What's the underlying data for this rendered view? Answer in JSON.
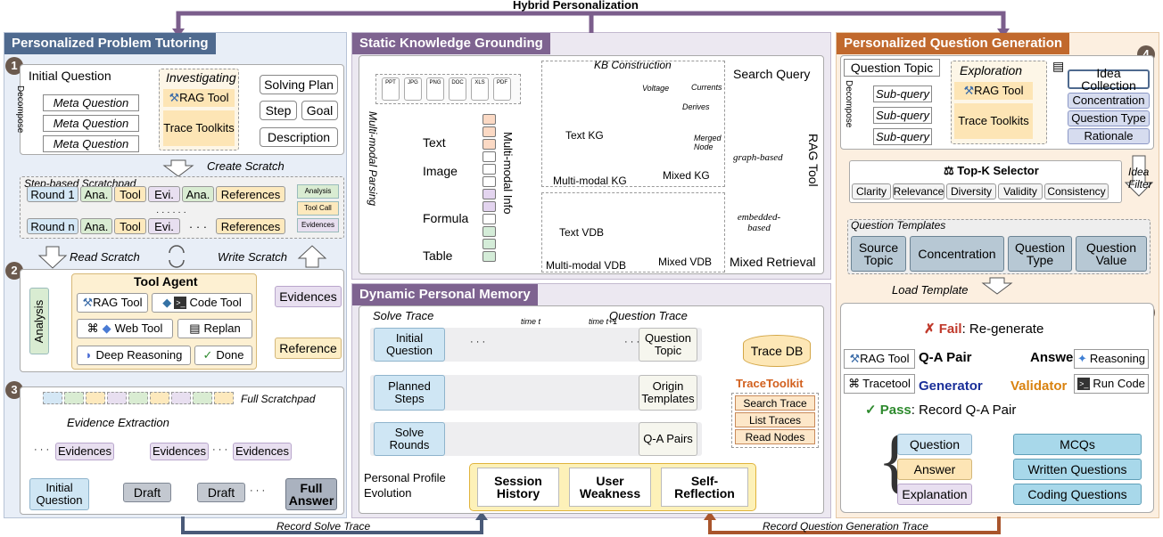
{
  "top": {
    "title": "Hybrid Personalization"
  },
  "bottom": {
    "left_arrow": "Record Solve Trace",
    "right_arrow": "Record Question Generation Trace"
  },
  "tutoring": {
    "title": "Personalized Problem Tutoring",
    "initial_question": "Initial Question",
    "decompose": "Decompose",
    "meta": [
      "Meta Question",
      "Meta Question",
      "Meta Question"
    ],
    "investigating": "Investigating",
    "rag_tool": "RAG Tool",
    "trace_toolkits": "Trace Toolkits",
    "solving_plan": "Solving Plan",
    "step": "Step",
    "goal": "Goal",
    "description": "Description",
    "create_scratch": "Create Scratch",
    "scratchpad_title": "Step-based Scratchpad",
    "round1": [
      "Round 1",
      "Ana.",
      "Tool",
      "Evi.",
      "Ana.",
      "References"
    ],
    "roundn": [
      "Round n",
      "Ana.",
      "Tool",
      "Evi.",
      "· · ·",
      "References"
    ],
    "dots": "· · · · · ·",
    "legend": [
      "Analysis",
      "Tool Call",
      "Evidences"
    ],
    "read_scratch": "Read Scratch",
    "write_scratch": "Write Scratch",
    "tool_agent": "Tool Agent",
    "analysis": "Analysis",
    "code_tool": "Code Tool",
    "web_tool": "Web Tool",
    "replan": "Replan",
    "deep_reasoning": "Deep Reasoning",
    "done": "Done",
    "evidences": "Evidences",
    "reference": "Reference",
    "full_scratchpad": "Full Scratchpad",
    "evidence_extraction": "Evidence Extraction",
    "draft": "Draft",
    "full_answer": "Full Answer",
    "ellipsis": "· · ·"
  },
  "static": {
    "title": "Static Knowledge Grounding",
    "kb_construction": "KB Construction",
    "multimodal_parsing": "Multi-modal Parsing",
    "multimodal_info": "Multi-modal Info",
    "modalities": [
      "Text",
      "Image",
      "Formula",
      "Table"
    ],
    "file_types": [
      "PPT",
      "JPG",
      "PNG",
      "DOC",
      "XLS",
      "PDF"
    ],
    "text_kg": "Text KG",
    "mm_kg": "Multi-modal KG",
    "mixed_kg": "Mixed KG",
    "voltage": "Voltage",
    "currents": "Currents",
    "derives": "Derives",
    "merged_node": "Merged Node",
    "text_vdb": "Text VDB",
    "mm_vdb": "Multi-modal VDB",
    "mixed_vdb": "Mixed VDB",
    "search_query": "Search Query",
    "graph_based": "graph-based",
    "embedded_based": "embedded-based",
    "rag_tool": "RAG Tool",
    "mixed_retrieval": "Mixed Retrieval"
  },
  "dynamic": {
    "title": "Dynamic Personal Memory",
    "solve_trace": "Solve Trace",
    "question_trace": "Question Trace",
    "time_t": "time t",
    "time_t1": "time t+1",
    "left_rows": [
      "Initial Question",
      "Planned Steps",
      "Solve Rounds"
    ],
    "right_rows": [
      "Question Topic",
      "Origin Templates",
      "Q-A Pairs"
    ],
    "dots": "· · ·",
    "trace_db": "Trace DB",
    "trace_toolkit": "TraceToolkit",
    "toolkit_items": [
      "Search Trace",
      "List Traces",
      "Read Nodes"
    ],
    "profile": "Personal Profile Evolution",
    "profile_items": [
      "Session History",
      "User Weakness",
      "Self-Reflection"
    ]
  },
  "generation": {
    "title": "Personalized Question Generation",
    "question_topic": "Question Topic",
    "decompose": "Decompose",
    "subquery": [
      "Sub-query",
      "Sub-query",
      "Sub-query"
    ],
    "exploration": "Exploration",
    "rag_tool": "RAG Tool",
    "trace_toolkits": "Trace Toolkits",
    "idea_collection": "Idea Collection",
    "idea_items": [
      "Concentration",
      "Question Type",
      "Rationale"
    ],
    "topk": "Top-K Selector",
    "criteria": [
      "Clarity",
      "Relevance",
      "Diversity",
      "Validity",
      "Consistency"
    ],
    "idea_filter": "Idea Filter",
    "templates_title": "Question Templates",
    "templates": [
      "Source Topic",
      "Concentration",
      "Question Type",
      "Question Value"
    ],
    "load_template": "Load Template",
    "fail": "✗ Fail",
    "fail_rest": ": Re-generate",
    "tracetool": "Tracetool",
    "qa_pair": "Q-A Pair",
    "generator": "Generator",
    "answer": "Answer",
    "validator": "Validator",
    "reasoning": "Reasoning",
    "run_code": "Run Code",
    "pass": "✓ Pass",
    "pass_rest": ": Record Q-A Pair",
    "components": [
      "Question",
      "Answer",
      "Explanation"
    ],
    "outputs": [
      "MCQs",
      "Written Questions",
      "Coding Questions"
    ]
  },
  "colors": {
    "purple": "#7b5e8c",
    "blue_panel": "#e7eef8",
    "orange_panel": "#fdeedd",
    "title_blue": "#4f6a8f",
    "title_orange": "#c1692d"
  }
}
